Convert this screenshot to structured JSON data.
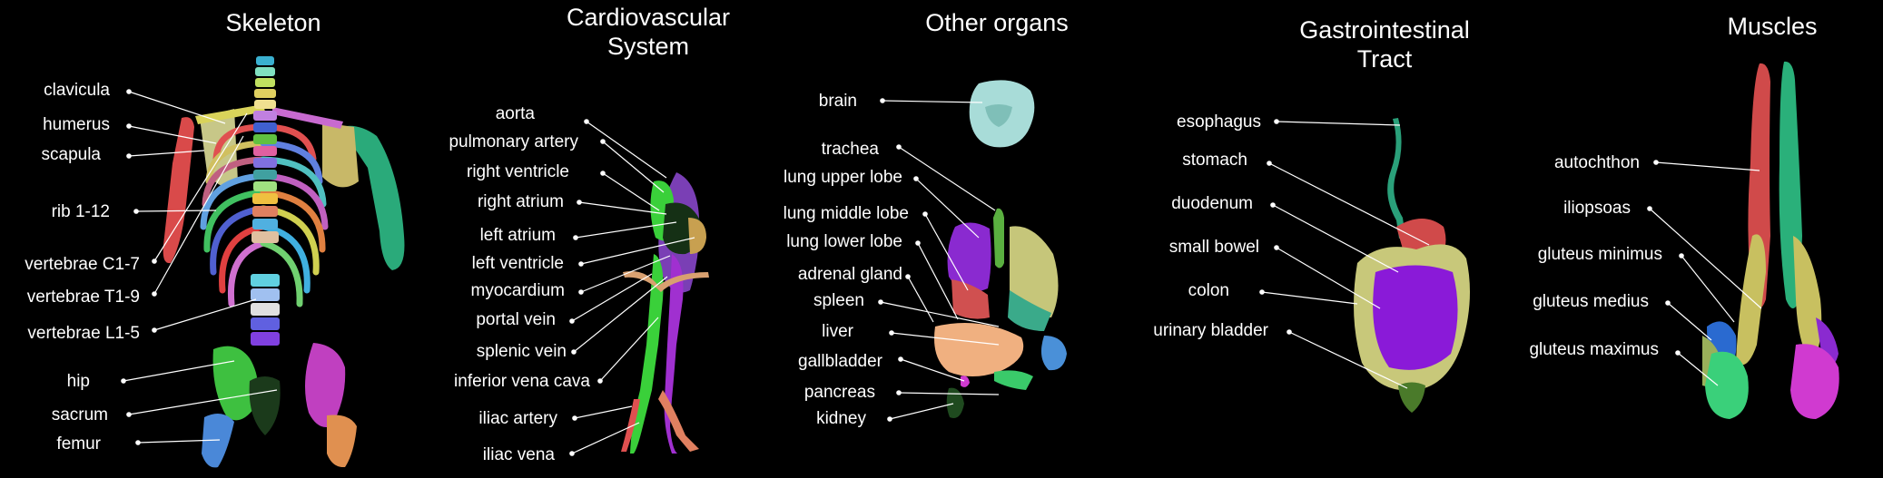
{
  "panels": [
    {
      "id": "skeleton",
      "title_lines": [
        "Skeleton"
      ],
      "labels": [
        "clavicula",
        "humerus",
        "scapula",
        "rib 1-12",
        "vertebrae C1-7",
        "vertebrae T1-9",
        "vertebrae L1-5",
        "hip",
        "sacrum",
        "femur"
      ]
    },
    {
      "id": "cardiovascular",
      "title_lines": [
        "Cardiovascular",
        "System"
      ],
      "labels": [
        "aorta",
        "pulmonary artery",
        "right ventricle",
        "right atrium",
        "left atrium",
        "left ventricle",
        "myocardium",
        "portal vein",
        "splenic vein",
        "inferior vena cava",
        "iliac artery",
        "iliac vena"
      ]
    },
    {
      "id": "other-organs",
      "title_lines": [
        "Other organs"
      ],
      "labels": [
        "brain",
        "trachea",
        "lung upper lobe",
        "lung middle lobe",
        "lung lower lobe",
        "adrenal gland",
        "spleen",
        "liver",
        "gallbladder",
        "pancreas",
        "kidney"
      ]
    },
    {
      "id": "gastrointestinal",
      "title_lines": [
        "Gastrointestinal",
        "Tract"
      ],
      "labels": [
        "esophagus",
        "stomach",
        "duodenum",
        "small bowel",
        "colon",
        "urinary bladder"
      ]
    },
    {
      "id": "muscles",
      "title_lines": [
        "Muscles"
      ],
      "labels": [
        "autochthon",
        "iliopsoas",
        "gluteus minimus",
        "gluteus medius",
        "gluteus maximus"
      ]
    }
  ]
}
